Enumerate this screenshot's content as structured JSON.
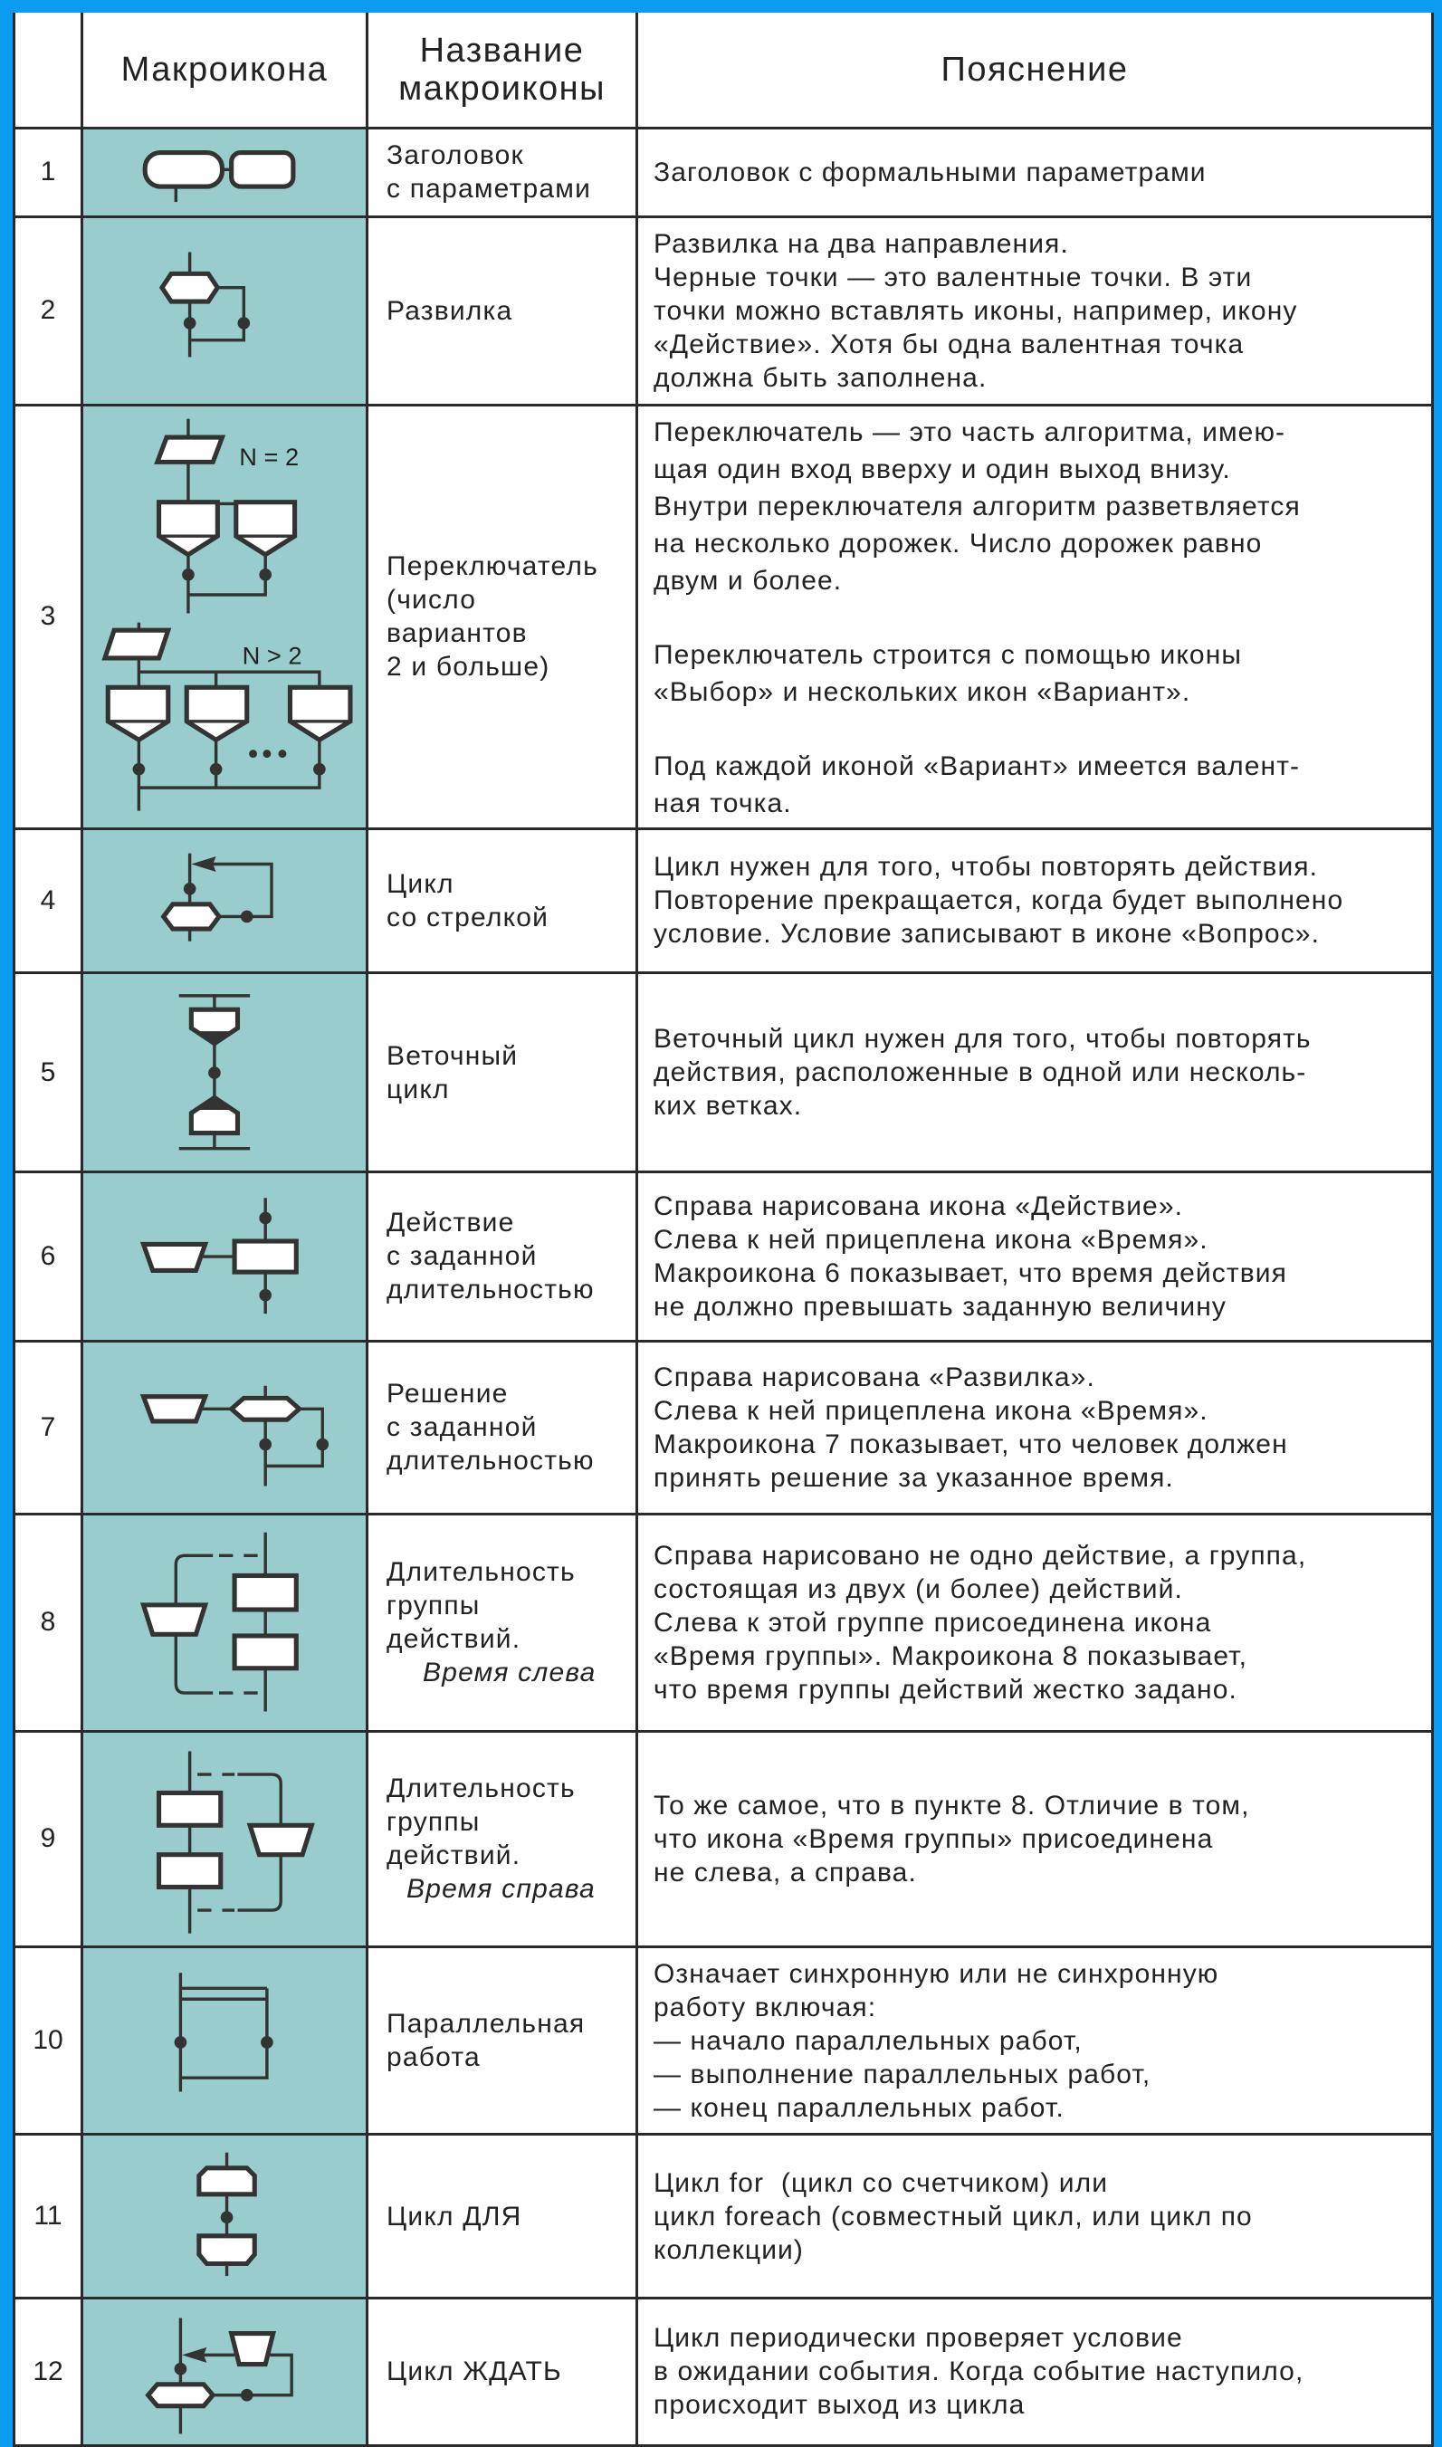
{
  "header": {
    "col_num": "",
    "col_icon": "Макроикона",
    "col_name": "Название\nмакроиконы",
    "col_desc": "Пояснение"
  },
  "rows": [
    {
      "num": "1",
      "name": "Заголовок\nс параметрами",
      "desc": "Заголовок с формальными параметрами"
    },
    {
      "num": "2",
      "name": "Развилка",
      "desc": "Развилка на два направления.\nЧерные точки — это валентные точки. В эти\nточки можно вставлять иконы, например, икону\n«Действие». Хотя бы одна валентная точка\nдолжна быть заполнена."
    },
    {
      "num": "3",
      "name": "Переключатель\n(число\nвариантов\n2 и больше)",
      "desc": "Переключатель — это часть алгоритма, имею-\nщая один вход вверху и один выход внизу.\nВнутри переключателя алгоритм разветвляется\nна несколько дорожек. Число дорожек равно\nдвум и более.\n\nПереключатель строится с помощью иконы\n«Выбор» и нескольких икон «Вариант».\n\nПод каждой иконой «Вариант» имеется валент-\nная точка.",
      "label_n2": "N = 2",
      "label_ngt2": "N > 2"
    },
    {
      "num": "4",
      "name": "Цикл\nсо стрелкой",
      "desc": "Цикл нужен для того, чтобы повторять действия.\nПовторение прекращается, когда будет выполнено\nусловие. Условие записывают в иконе «Вопрос»."
    },
    {
      "num": "5",
      "name": "Веточный\nцикл",
      "desc": "Веточный цикл нужен для того, чтобы повторять\nдействия, расположенные в одной или несколь-\nких ветках."
    },
    {
      "num": "6",
      "name": "Действие\nс заданной\nдлительностью",
      "desc": "Справа нарисована икона «Действие».\nСлева к ней прицеплена икона «Время».\nМакроикона 6 показывает, что время действия\nне должно превышать заданную величину"
    },
    {
      "num": "7",
      "name": "Решение\nс заданной\nдлительностью",
      "desc": "Справа нарисована «Развилка».\nСлева к ней прицеплена икона «Время».\nМакроикона 7 показывает, что человек должен\nпринять решение за указанное время."
    },
    {
      "num": "8",
      "name": "Длительность\nгруппы\nдействий.",
      "name_note": "Время слева",
      "desc": "Справа нарисовано не одно действие, а группа,\nсостоящая из двух (и более) действий.\nСлева к этой группе присоединена икона\n«Время группы». Макроикона 8 показывает,\nчто время группы действий жестко задано."
    },
    {
      "num": "9",
      "name": "Длительность\nгруппы\nдействий.",
      "name_note": "Время справа",
      "desc": "То же самое, что в пункте 8. Отличие в том,\nчто икона «Время группы» присоединена\nне слева, а справа."
    },
    {
      "num": "10",
      "name": "Параллельная\nработа",
      "desc": "Означает синхронную или не синхронную\nработу включая:\n— начало параллельных работ,\n— выполнение параллельных работ,\n— конец параллельных работ."
    },
    {
      "num": "11",
      "name": "Цикл ДЛЯ",
      "desc": "Цикл for  (цикл со счетчиком) или\nцикл foreach (совместный цикл, или цикл по\nколлекции)"
    },
    {
      "num": "12",
      "name": "Цикл ЖДАТЬ",
      "desc": "Цикл периодически проверяет условие\nв ожидании события. Когда событие наступило,\nпроисходит выход из цикла"
    }
  ],
  "colors": {
    "border": "#0b9cf2",
    "icon_cell": "#99cccc",
    "line": "#333333"
  }
}
